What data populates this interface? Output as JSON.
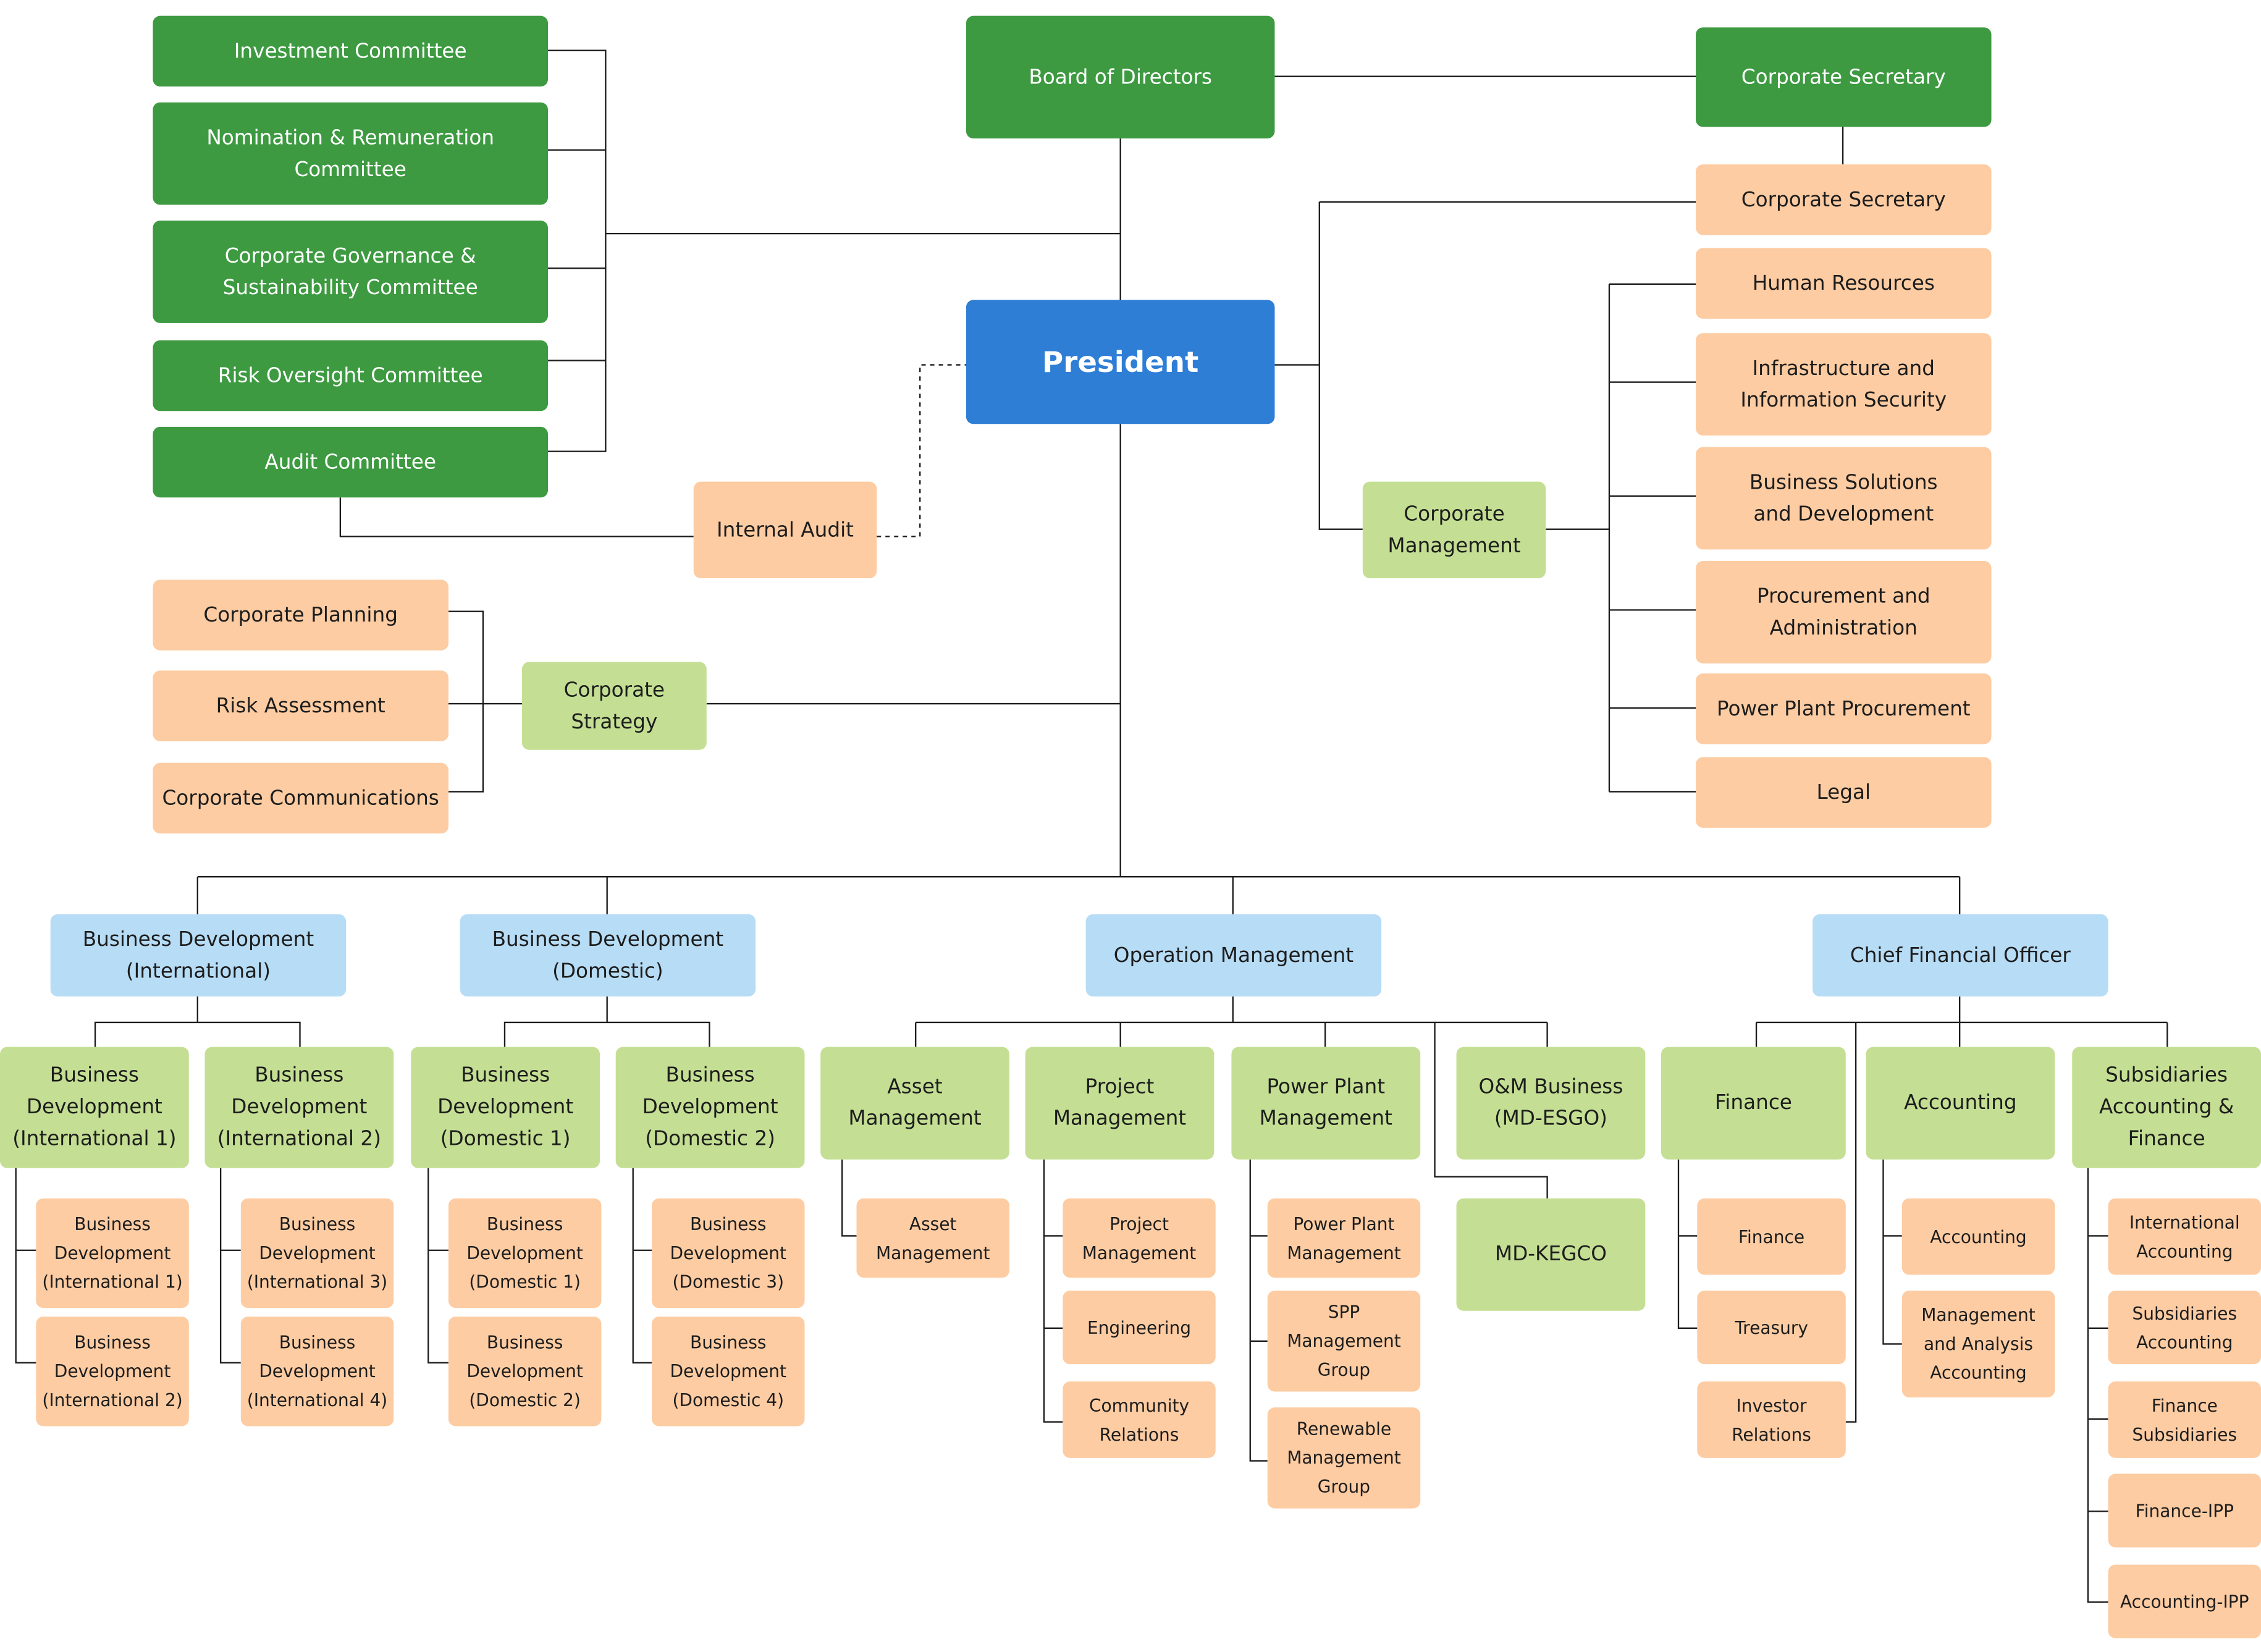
{
  "governance": {
    "board": "Board of Directors",
    "corporate_secretary_head": "Corporate Secretary",
    "committees": [
      "Investment Committee",
      "Nomination & Remuneration\nCommittee",
      "Corporate Governance &\nSustainability Committee",
      "Risk Oversight Committee",
      "Audit Committee"
    ],
    "internal_audit": "Internal Audit",
    "president": "President"
  },
  "corporate_management": {
    "title": "Corporate\nManagement",
    "units": [
      "Corporate Secretary",
      "Human Resources",
      "Infrastructure and\nInformation Security",
      "Business Solutions\nand Development",
      "Procurement and\nAdministration",
      "Power Plant Procurement",
      "Legal"
    ]
  },
  "corporate_strategy": {
    "title": "Corporate\nStrategy",
    "units": [
      "Corporate Planning",
      "Risk Assessment",
      "Corporate Communications"
    ]
  },
  "divisions": {
    "bd_international": {
      "title": "Business Development\n(International)",
      "departments": [
        {
          "title": "Business\nDevelopment\n(International 1)",
          "units": [
            "Business\nDevelopment\n(International 1)",
            "Business\nDevelopment\n(International 2)"
          ]
        },
        {
          "title": "Business\nDevelopment\n(International 2)",
          "units": [
            "Business\nDevelopment\n(International 3)",
            "Business\nDevelopment\n(International 4)"
          ]
        }
      ]
    },
    "bd_domestic": {
      "title": "Business Development\n(Domestic)",
      "departments": [
        {
          "title": "Business\nDevelopment\n(Domestic 1)",
          "units": [
            "Business\nDevelopment\n(Domestic 1)",
            "Business\nDevelopment\n(Domestic 2)"
          ]
        },
        {
          "title": "Business\nDevelopment\n(Domestic 2)",
          "units": [
            "Business\nDevelopment\n(Domestic 3)",
            "Business\nDevelopment\n(Domestic 4)"
          ]
        }
      ]
    },
    "operation": {
      "title": "Operation Management",
      "departments": [
        {
          "title": "Asset\nManagement",
          "units": [
            "Asset\nManagement"
          ]
        },
        {
          "title": "Project\nManagement",
          "units": [
            "Project\nManagement",
            "Engineering",
            "Community\nRelations"
          ]
        },
        {
          "title": "Power Plant\nManagement",
          "units": [
            "Power Plant\nManagement",
            "SPP\nManagement\nGroup",
            "Renewable\nManagement\nGroup"
          ]
        },
        {
          "title": "O&M Business\n(MD-ESGO)",
          "units": []
        }
      ],
      "md_kegco": "MD-KEGCO"
    },
    "cfo": {
      "title": "Chief Financial Officer",
      "departments": [
        {
          "title": "Finance",
          "units": [
            "Finance",
            "Treasury",
            "Investor\nRelations"
          ]
        },
        {
          "title": "Accounting",
          "units": [
            "Accounting",
            "Management\nand Analysis\nAccounting"
          ]
        },
        {
          "title": "Subsidiaries\nAccounting &\nFinance",
          "units": [
            "International\nAccounting",
            "Subsidiaries\nAccounting",
            "Finance\nSubsidiaries",
            "Finance-IPP",
            "Accounting-IPP"
          ]
        }
      ]
    }
  },
  "colors": {
    "board_green": "#3d9a41",
    "president_blue": "#2e7ed6",
    "light_green": "#c4df93",
    "light_blue": "#b7dcf5",
    "peach": "#fdcca2",
    "connector": "#1c1c1c"
  }
}
